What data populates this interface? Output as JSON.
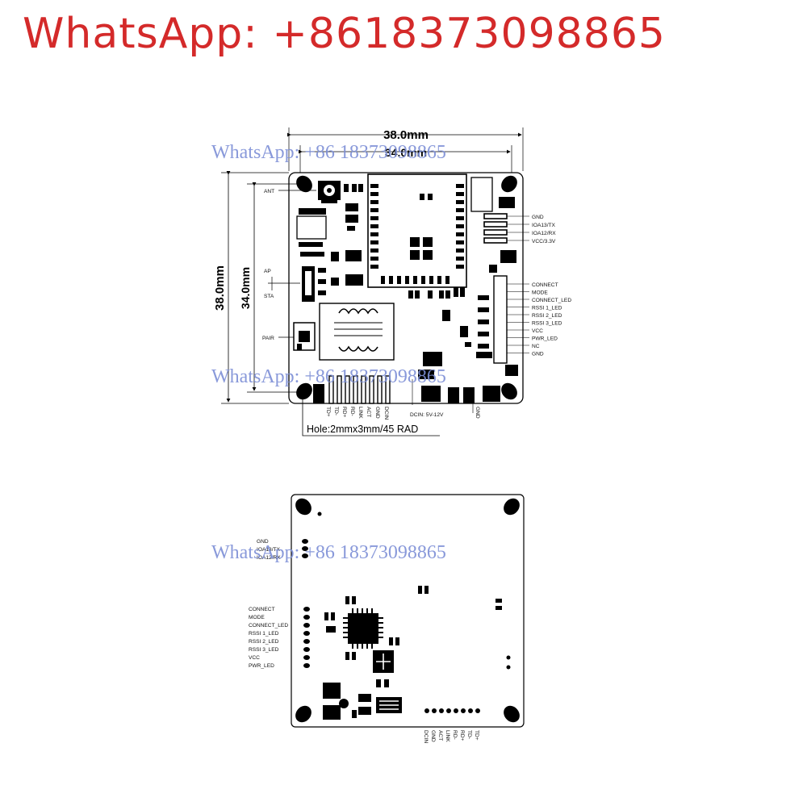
{
  "banner": {
    "text": "WhatsApp: +8618373098865",
    "color": "#d42a2a"
  },
  "watermark": {
    "text": "WhatsApp: +86 18373098865",
    "color": "#7d8fd6"
  },
  "top_view": {
    "dim_outer_width": "38.0mm",
    "dim_inner_width": "34.0mm",
    "dim_outer_height": "38.0mm",
    "dim_inner_height": "34.0mm",
    "left_labels": {
      "ant": "ANT",
      "ap": "AP",
      "sta": "STA",
      "pair": "PAIR"
    },
    "uart_pins": [
      "GND",
      "IOA13/TX",
      "IOA12/RX",
      "VCC/3.3V"
    ],
    "led_pins": [
      "CONNECT",
      "MODE",
      "CONNECT_LED",
      "RSSI 1_LED",
      "RSSI 2_LED",
      "RSSI 3_LED",
      "VCC",
      "PWR_LED",
      "NC",
      "GND"
    ],
    "bottom_pins": [
      "TD+",
      "TD-",
      "RD+",
      "RD-",
      "LINK",
      "ACT",
      "GND",
      "DCIN"
    ],
    "dcin": "DCIN: 5V-12V",
    "gnd": "GND",
    "hole": "Hole:2mmx3mm/45 RAD"
  },
  "bottom_view": {
    "uart_pins": [
      "GND",
      "IOA13/TX",
      "IOA12/RX"
    ],
    "led_pins": [
      "CONNECT",
      "MODE",
      "CONNECT_LED",
      "RSSI 1_LED",
      "RSSI 2_LED",
      "RSSI 3_LED",
      "VCC",
      "PWR_LED"
    ],
    "bottom_pins": [
      "DCIN",
      "GND",
      "ACT",
      "LINK",
      "RD-",
      "RD+",
      "TD-",
      "TD+"
    ]
  }
}
